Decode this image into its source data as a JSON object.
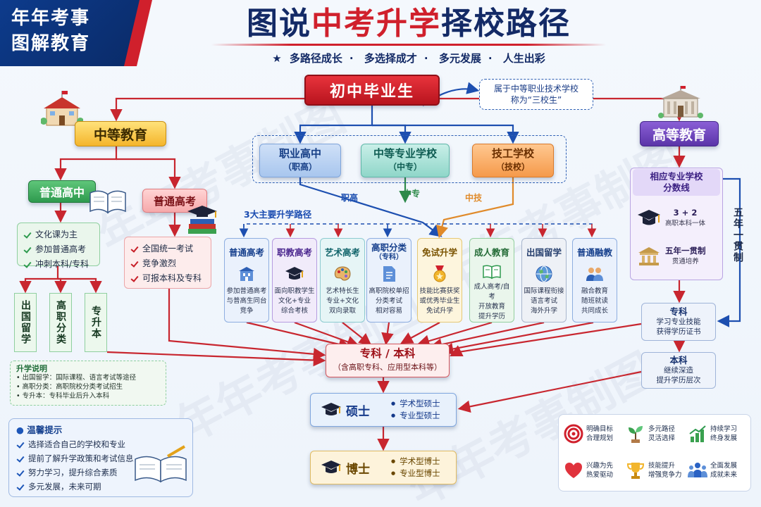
{
  "brand": {
    "line1": "年年考事",
    "line2": "图解教育"
  },
  "title": {
    "part1": "图说",
    "part2": "中考升学",
    "part3": "择校路径"
  },
  "subtitle": {
    "items": [
      "多路径成长",
      "多选择成才",
      "多元发展",
      "人生出彩"
    ]
  },
  "root": "初中毕业生",
  "note": "属于中等职业技术学校\n称为“三校生”",
  "secondary_edu": "中等教育",
  "higher_edu": "高等教育",
  "vocational": [
    {
      "name": "职业高中",
      "sub": "（职高）"
    },
    {
      "name": "中等专业学校",
      "sub": "（中专）"
    },
    {
      "name": "技工学校",
      "sub": "（技校）"
    }
  ],
  "tags": {
    "zhigao": "职高",
    "zhongzhuan": "中专",
    "zhongji": "中技"
  },
  "general_high": {
    "title": "普通高中",
    "items": [
      "文化课为主",
      "参加普通高考",
      "冲刺本科/专科"
    ],
    "branches": [
      "出国留学",
      "高职分类",
      "专升本"
    ]
  },
  "gaokao": {
    "title": "普通高考",
    "items": [
      "全国统一考试",
      "竞争激烈",
      "可报本科及专科"
    ]
  },
  "explain": {
    "title": "升学说明",
    "items": [
      "出国留学：国际课程、语言考试等途径",
      "高职分类：高职院校分类考试招生",
      "专升本：专科毕业后升入本科"
    ]
  },
  "tips": {
    "title": "温馨提示",
    "items": [
      "选择适合自己的学校和专业",
      "提前了解升学政策和考试信息",
      "努力学习，提升综合素质",
      "多元发展，未来可期"
    ]
  },
  "routes_label": "3大主要升学路径",
  "routes": [
    {
      "name": "普通高考",
      "sub": "",
      "desc": [
        "参加普通高考",
        "与普高生同台",
        "竞争"
      ],
      "icon": "building-icon"
    },
    {
      "name": "职教高考",
      "sub": "",
      "desc": [
        "面向职教学生",
        "文化+专业",
        "综合考核"
      ],
      "icon": "mortarboard-icon"
    },
    {
      "name": "艺术高考",
      "sub": "",
      "desc": [
        "艺术特长生",
        "专业+文化",
        "双向录取"
      ],
      "icon": "palette-icon"
    },
    {
      "name": "高职分类",
      "sub": "（专科）",
      "desc": [
        "高职院校单招",
        "分类考试",
        "相对容易"
      ],
      "icon": "document-icon"
    },
    {
      "name": "免试升学",
      "sub": "",
      "desc": [
        "技能比赛获奖",
        "或优秀毕业生",
        "免试升学"
      ],
      "icon": "medal-icon"
    },
    {
      "name": "成人教育",
      "sub": "",
      "desc": [
        "成人高考/自考",
        "开放教育",
        "提升学历"
      ],
      "icon": "book-icon"
    },
    {
      "name": "出国留学",
      "sub": "",
      "desc": [
        "国际课程衔接",
        "语言考试",
        "海外升学"
      ],
      "icon": "globe-icon"
    },
    {
      "name": "普通融教",
      "sub": "",
      "desc": [
        "融合教育",
        "随班就读",
        "共同成长"
      ],
      "icon": "people-icon"
    }
  ],
  "zkbk": {
    "title": "专科 / 本科",
    "sub": "（含高职专科、应用型本科等）"
  },
  "master": {
    "title": "硕士",
    "items": [
      "学术型硕士",
      "专业型硕士"
    ]
  },
  "doctor": {
    "title": "博士",
    "items": [
      "学术型博士",
      "专业型博士"
    ]
  },
  "right": {
    "panel_title": "相应专业学校\n分数线",
    "sub1": {
      "title": "3 + 2",
      "desc": "高职本科一体"
    },
    "sub2": {
      "title": "五年一贯制",
      "desc": "贯通培养"
    },
    "five_year": "五年一贯制",
    "zk": {
      "title": "专科",
      "desc": "学习专业技能\n获得学历证书"
    },
    "bk": {
      "title": "本科",
      "desc": "继续深造\n提升学历层次"
    }
  },
  "values": [
    {
      "text": "明确目标\n合理规划",
      "icon": "target-icon",
      "color": "#d0202c"
    },
    {
      "text": "多元路径\n灵活选择",
      "icon": "sprout-icon",
      "color": "#3aa14f"
    },
    {
      "text": "持续学习\n终身发展",
      "icon": "growth-chart-icon",
      "color": "#2e9a4e"
    },
    {
      "text": "兴趣为先\n热爱驱动",
      "icon": "heart-icon",
      "color": "#e0323c"
    },
    {
      "text": "技能提升\n增强竞争力",
      "icon": "trophy-icon",
      "color": "#e3a21a"
    },
    {
      "text": "全面发展\n成就未来",
      "icon": "people-icon",
      "color": "#2a62c4"
    }
  ],
  "watermark": "年年考事制图",
  "colors": {
    "navy": "#132a66",
    "red": "#d0202c",
    "blue": "#1a4bb0"
  }
}
